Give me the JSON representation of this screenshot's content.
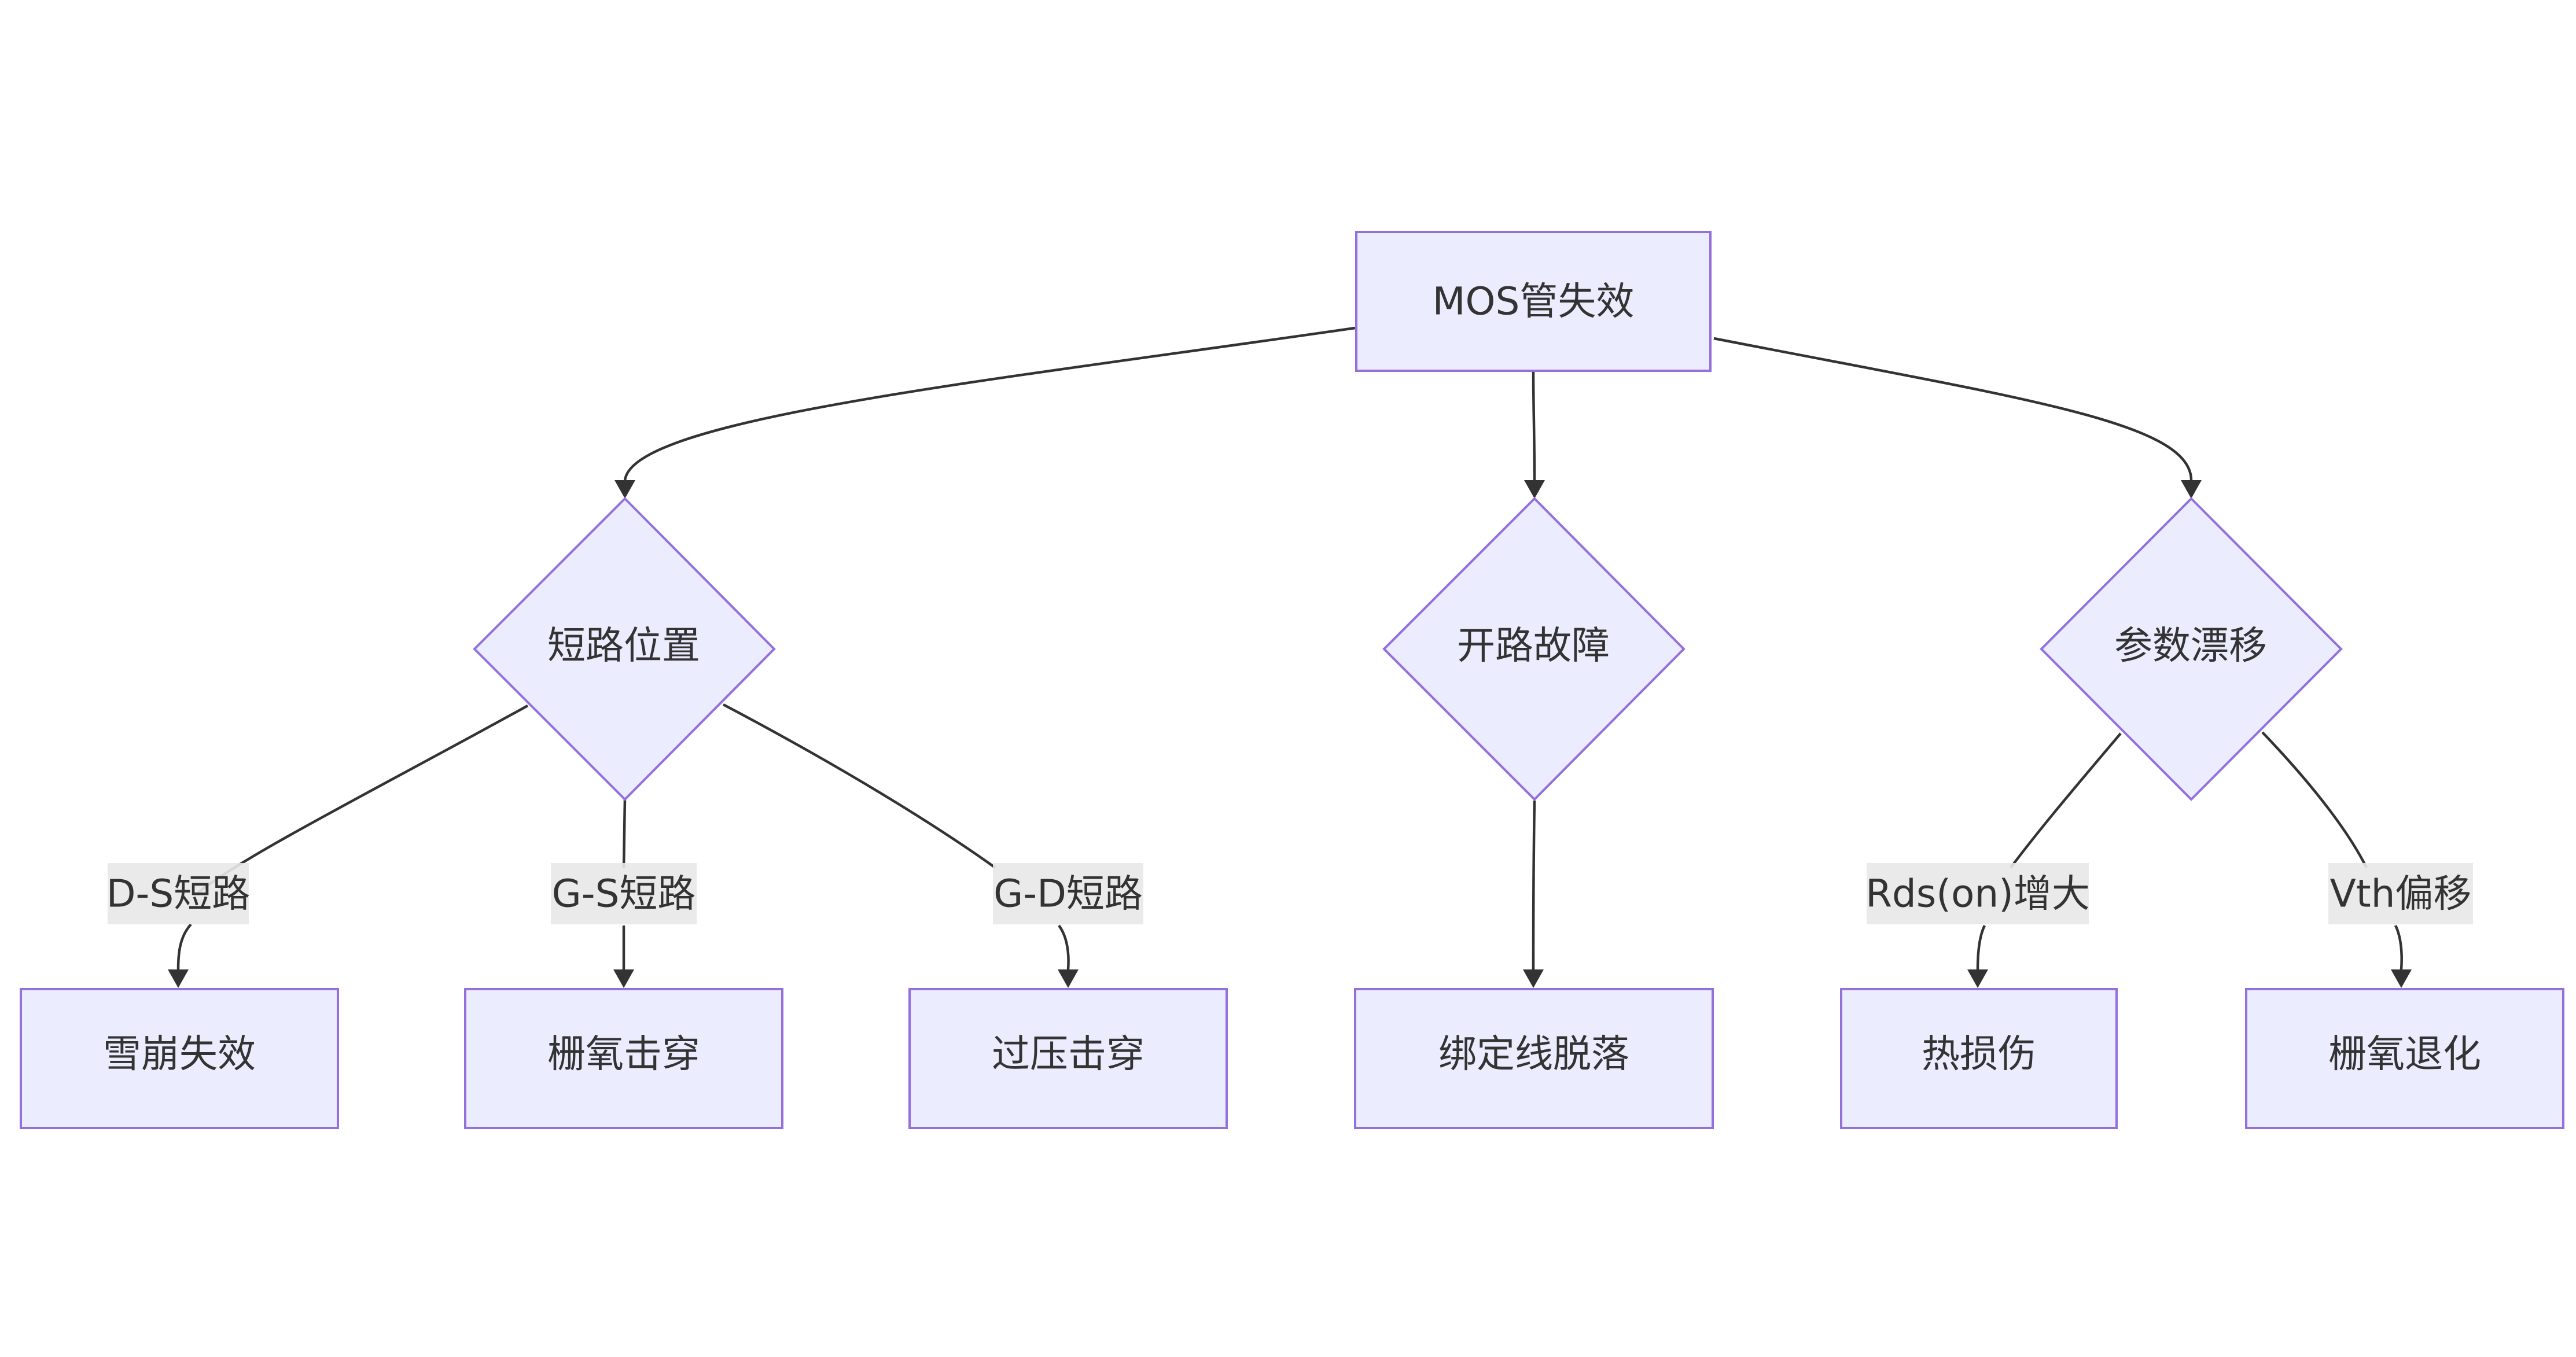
{
  "diagram": {
    "nodes": {
      "root": {
        "label": "MOS管失效"
      },
      "short_location": {
        "label": "短路位置"
      },
      "open_fault": {
        "label": "开路故障"
      },
      "param_drift": {
        "label": "参数漂移"
      },
      "avalanche": {
        "label": "雪崩失效"
      },
      "gate_oxide_breakdown": {
        "label": "栅氧击穿"
      },
      "overvoltage_breakdown": {
        "label": "过压击穿"
      },
      "bond_wire_off": {
        "label": "绑定线脱落"
      },
      "thermal_damage": {
        "label": "热损伤"
      },
      "gate_oxide_degradation": {
        "label": "栅氧退化"
      }
    },
    "edge_labels": {
      "ds_short": "D-S短路",
      "gs_short": "G-S短路",
      "gd_short": "G-D短路",
      "rds_increase": "Rds(on)增大",
      "vth_shift": "Vth偏移"
    },
    "colors": {
      "node_fill": "#ececff",
      "node_stroke": "#9370db",
      "edge": "#333333",
      "label_bg": "#e8e8e8",
      "text": "#333333"
    }
  }
}
